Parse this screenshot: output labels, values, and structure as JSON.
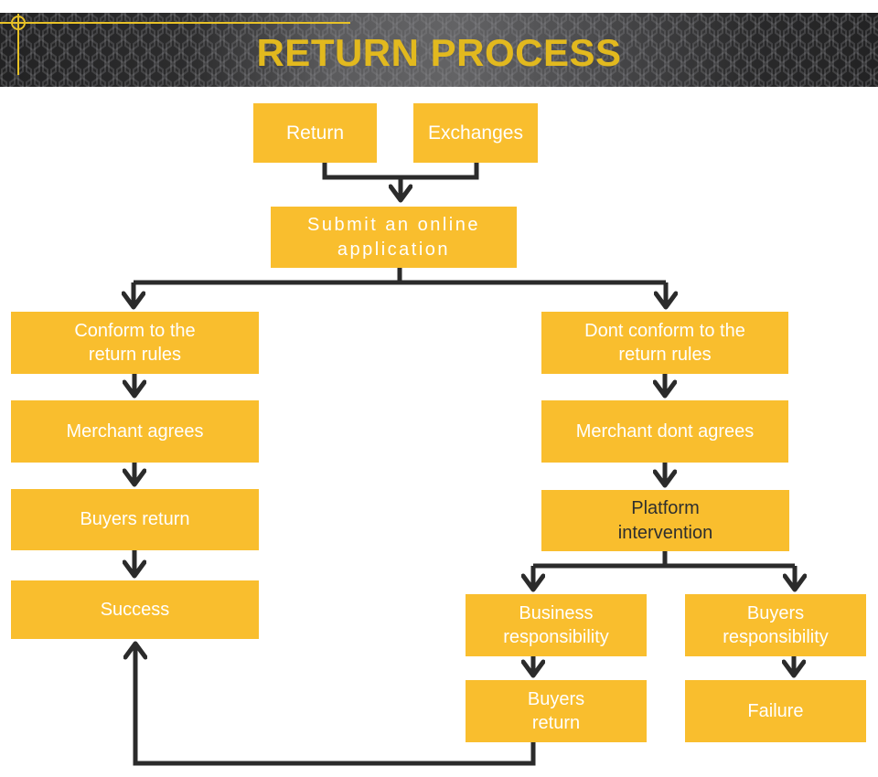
{
  "header": {
    "title": "RETURN PROCESS"
  },
  "colors": {
    "box_fill": "#F9BE2E",
    "box_text": "#FFFFFF",
    "platform_text": "#2E2E2E",
    "connector": "#2B2B2B",
    "title_color": "#E2B91E",
    "accent": "#E8C227",
    "band_dark": "#222223",
    "band_light": "#5B5B5D",
    "mesh_line": "#8A8A8E"
  },
  "flow": {
    "nodes": [
      {
        "id": "return",
        "label": "Return"
      },
      {
        "id": "exchanges",
        "label": "Exchanges"
      },
      {
        "id": "submit",
        "label": "Submit an online\napplication"
      },
      {
        "id": "conform",
        "label": "Conform to the\nreturn rules"
      },
      {
        "id": "merchant_agrees",
        "label": "Merchant agrees"
      },
      {
        "id": "buyers_return_left",
        "label": "Buyers return"
      },
      {
        "id": "success",
        "label": "Success"
      },
      {
        "id": "dont_conform",
        "label": "Dont conform to the\nreturn rules"
      },
      {
        "id": "merchant_dont_agrees",
        "label": "Merchant dont agrees"
      },
      {
        "id": "platform_intervention",
        "label": "Platform\nintervention"
      },
      {
        "id": "business_responsibility",
        "label": "Business\nresponsibility"
      },
      {
        "id": "buyers_responsibility",
        "label": "Buyers\nresponsibility"
      },
      {
        "id": "buyers_return_right",
        "label": "Buyers\nreturn"
      },
      {
        "id": "failure",
        "label": "Failure"
      }
    ],
    "edges": [
      {
        "from": "return",
        "to": "submit"
      },
      {
        "from": "exchanges",
        "to": "submit"
      },
      {
        "from": "submit",
        "to": "conform"
      },
      {
        "from": "submit",
        "to": "dont_conform"
      },
      {
        "from": "conform",
        "to": "merchant_agrees"
      },
      {
        "from": "merchant_agrees",
        "to": "buyers_return_left"
      },
      {
        "from": "buyers_return_left",
        "to": "success"
      },
      {
        "from": "dont_conform",
        "to": "merchant_dont_agrees"
      },
      {
        "from": "merchant_dont_agrees",
        "to": "platform_intervention"
      },
      {
        "from": "platform_intervention",
        "to": "business_responsibility"
      },
      {
        "from": "platform_intervention",
        "to": "buyers_responsibility"
      },
      {
        "from": "business_responsibility",
        "to": "buyers_return_right"
      },
      {
        "from": "buyers_responsibility",
        "to": "failure"
      },
      {
        "from": "buyers_return_right",
        "to": "success"
      }
    ]
  }
}
